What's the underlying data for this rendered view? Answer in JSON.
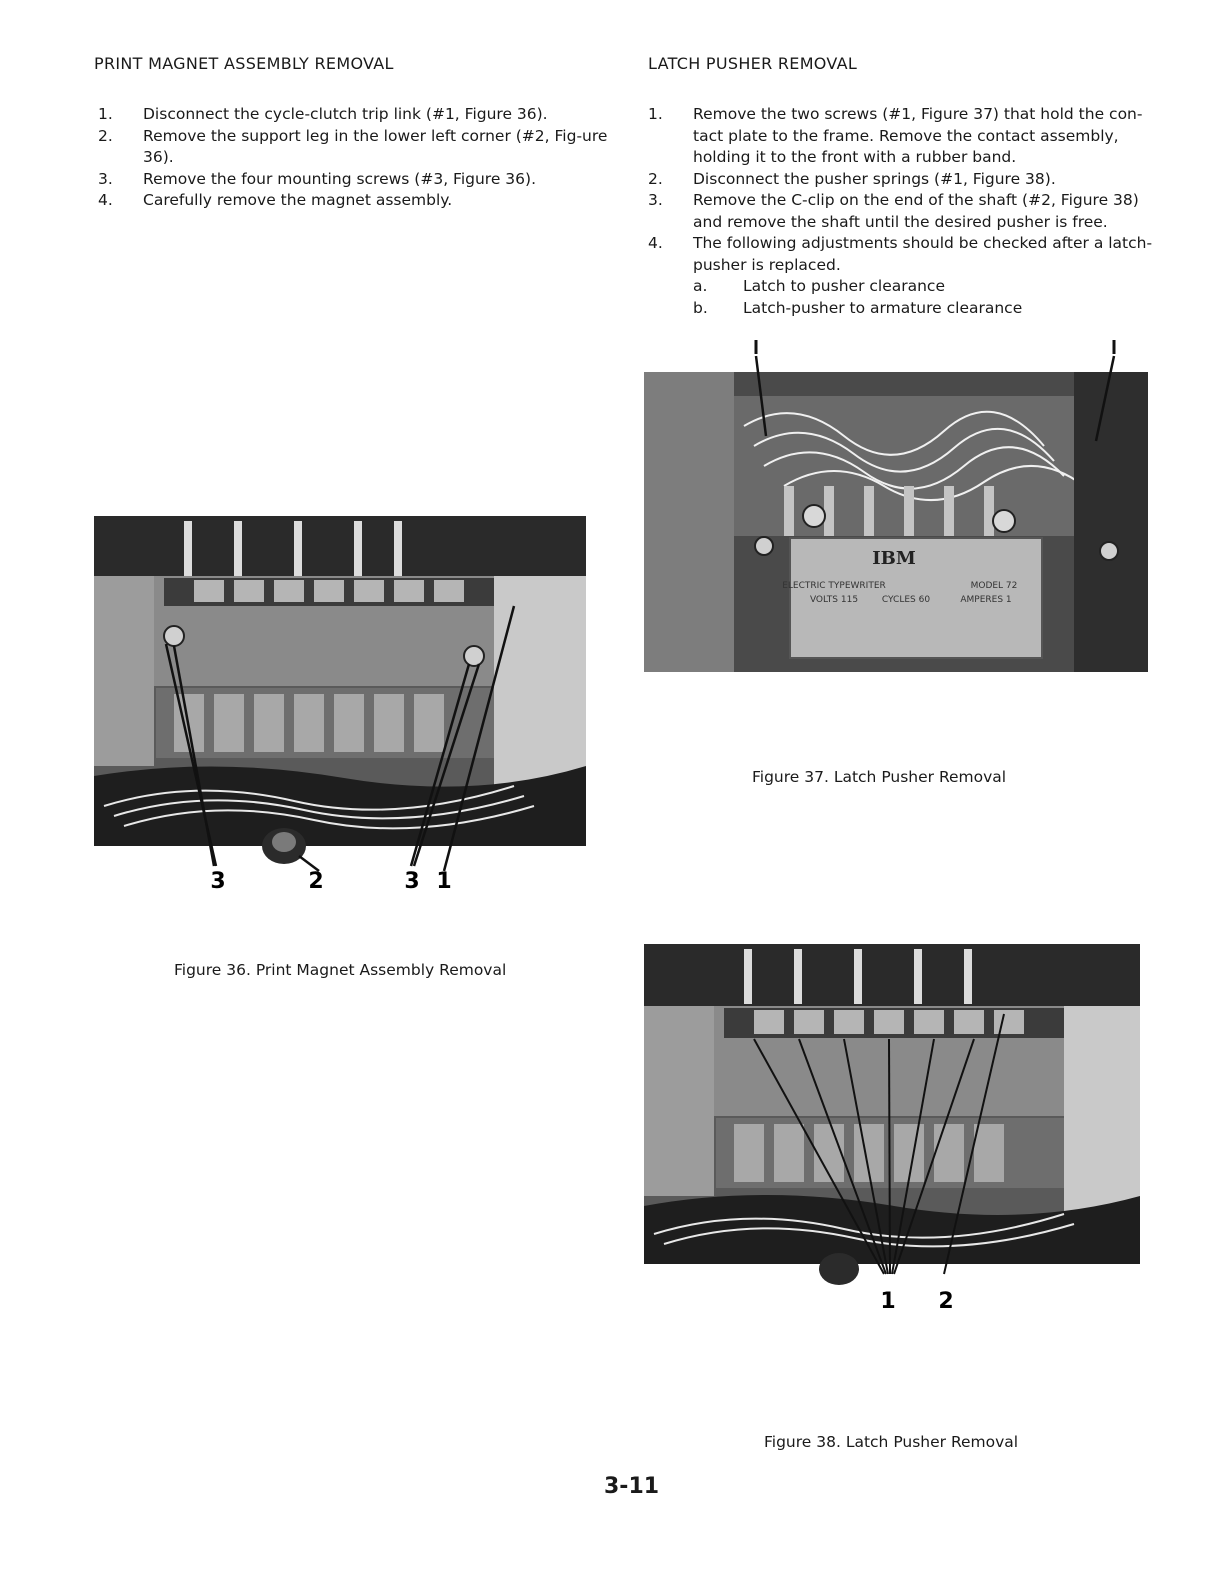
{
  "left": {
    "heading": "PRINT MAGNET ASSEMBLY REMOVAL",
    "steps": [
      {
        "num": "1.",
        "text": "Disconnect the cycle-clutch trip link (#1, Figure 36)."
      },
      {
        "num": "2.",
        "text": "Remove the support leg in the lower left corner (#2, Fig-ure 36)."
      },
      {
        "num": "3.",
        "text": "Remove the four mounting screws (#3, Figure 36)."
      },
      {
        "num": "4.",
        "text": "Carefully remove the magnet assembly."
      }
    ],
    "figure": {
      "caption": "Figure 36.  Print Magnet Assembly Removal",
      "callouts": [
        "3",
        "2",
        "3",
        "1"
      ]
    }
  },
  "right": {
    "heading": "LATCH PUSHER REMOVAL",
    "steps": [
      {
        "num": "1.",
        "text": "Remove the two screws (#1, Figure 37) that hold the con-tact plate to the frame.  Remove the contact assembly, holding it to the front with a rubber band."
      },
      {
        "num": "2.",
        "text": "Disconnect the pusher springs (#1, Figure 38)."
      },
      {
        "num": "3.",
        "text": "Remove the C-clip on the end of the shaft (#2, Figure 38) and remove the shaft until the desired pusher is free."
      },
      {
        "num": "4.",
        "text": "The following adjustments should be checked after a latch-pusher is replaced."
      }
    ],
    "substeps": [
      {
        "letter": "a.",
        "text": "Latch to pusher clearance"
      },
      {
        "letter": "b.",
        "text": "Latch-pusher to armature clearance"
      }
    ],
    "figure37": {
      "caption": "Figure 37.  Latch Pusher Removal",
      "plate": {
        "brand": "IBM",
        "line1": "ELECTRIC TYPEWRITER",
        "line2": "MODEL 72",
        "line3": "VOLTS 115",
        "line4": "CYCLES 60",
        "line5": "AMPERES 1"
      }
    },
    "figure38": {
      "caption": "Figure 38.  Latch Pusher Removal",
      "callouts": [
        "1",
        "2"
      ]
    }
  },
  "page_number": "3-11"
}
